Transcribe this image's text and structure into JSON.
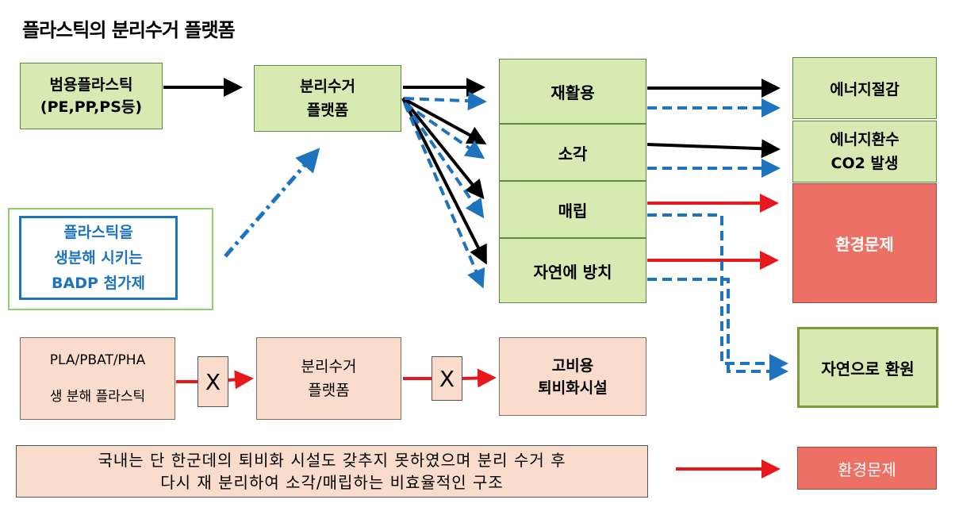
{
  "title": "플라스틱의 분리수거 플랫폼",
  "nodes": {
    "general_plastic": {
      "line1": "범용플라스틱",
      "line2": "(PE,PP,PS등)"
    },
    "platform_top": {
      "line1": "분리수거",
      "line2": "플랫폼"
    },
    "recycle": "재활용",
    "incinerate": "소각",
    "landfill": "매립",
    "natural": "자연에 방치",
    "energy_save": "에너지절감",
    "energy_recover": {
      "line1": "에너지환수",
      "line2": "CO2 발생"
    },
    "env_problem": "환경문제",
    "restore": "자연으로 환원",
    "badp": {
      "line1": "플라스틱을",
      "line2": "생분해 시키는",
      "line3": "BADP 첨가제"
    },
    "bio_plastic": {
      "line1": "PLA/PBAT/PHA",
      "line2": "생 분해 플라스틱"
    },
    "platform_bottom": {
      "line1": "분리수거",
      "line2": "플랫폼"
    },
    "high_cost": {
      "line1": "고비용",
      "line2": "퇴비화시설"
    },
    "x_mark_1": "X",
    "x_mark_2": "X"
  },
  "note": {
    "line1": "국내는 단 한군데의 퇴비화 시설도 갖추지 못하였으며 분리 수거 후",
    "line2": "다시 재 분리하여 소각/매립하는 비효율적인 구조"
  },
  "legend": {
    "label": "환경문제"
  },
  "colors": {
    "black": "#000000",
    "blue": "#1e73be",
    "red": "#e8171b",
    "green_fill": "#d6eab2",
    "peach_fill": "#f9dccb",
    "red_fill": "#ec7063"
  }
}
